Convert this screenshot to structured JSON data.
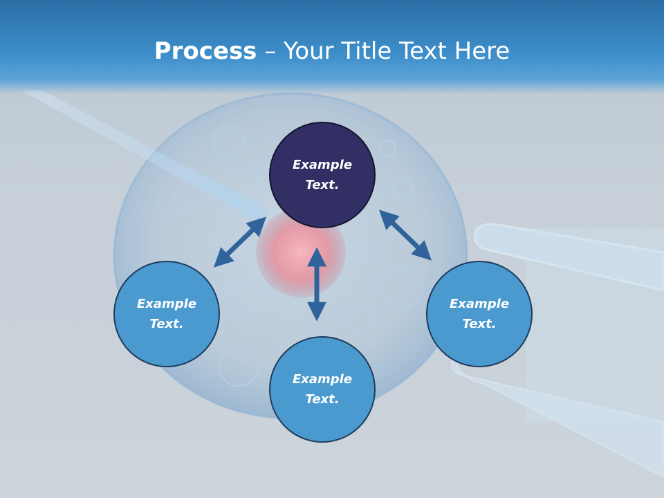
{
  "title": {
    "bold": "Process",
    "rest": " – Your Title Text Here"
  },
  "nodes": {
    "top": {
      "label": "Example Text."
    },
    "left": {
      "label": "Example Text."
    },
    "bottom": {
      "label": "Example Text."
    },
    "right": {
      "label": "Example Text."
    }
  },
  "colors": {
    "title_bar": "#3e8fcb",
    "node_blue": "#4a9ad0",
    "node_dark": "#312f63",
    "arrow": "#2f639a"
  }
}
